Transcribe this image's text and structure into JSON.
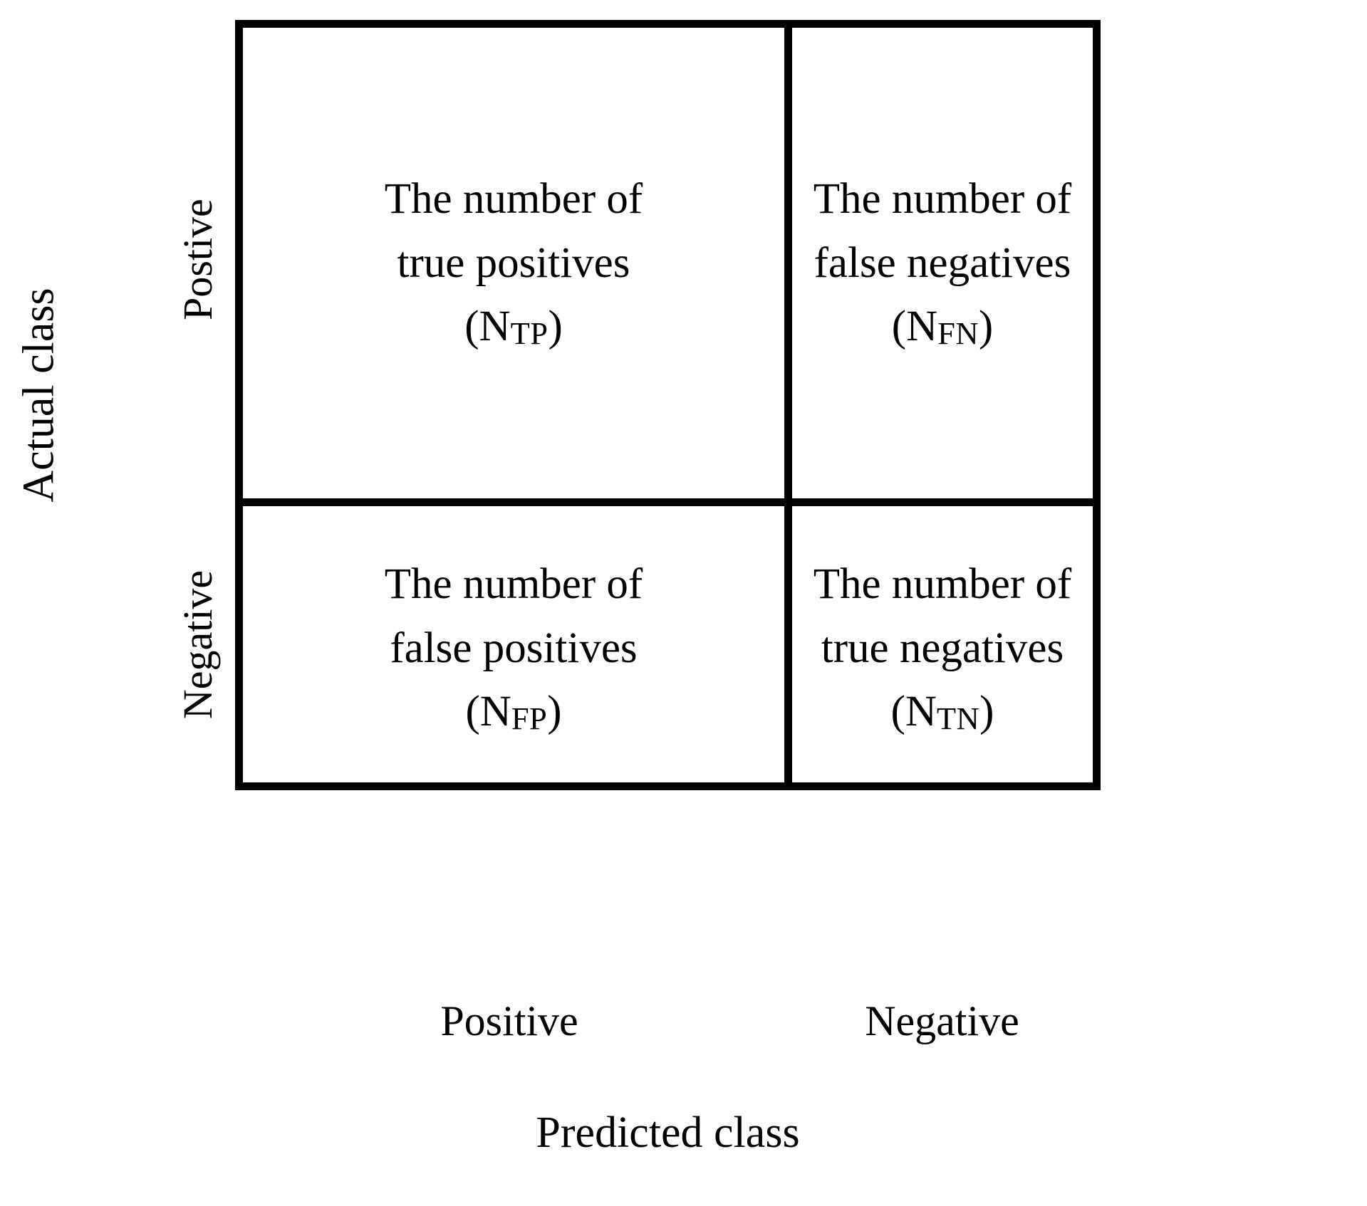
{
  "figure": {
    "type": "confusion-matrix",
    "axes": {
      "y_axis_title": "Actual class",
      "x_axis_title": "Predicted class",
      "y_tick_labels": [
        "Postive",
        "Negative"
      ],
      "x_tick_labels": [
        "Positive",
        "Negative"
      ]
    },
    "cells": {
      "true_positive": {
        "line1": "The number of",
        "line2": "true positives",
        "symbol_open": "(N",
        "symbol_sub": "TP",
        "symbol_close": ")"
      },
      "false_negative": {
        "line1": "The number of",
        "line2": "false negatives",
        "symbol_open": "(N",
        "symbol_sub": "FN",
        "symbol_close": ")"
      },
      "false_positive": {
        "line1": "The number of",
        "line2": "false positives",
        "symbol_open": "(N",
        "symbol_sub": "FP",
        "symbol_close": ")"
      },
      "true_negative": {
        "line1": "The number of",
        "line2": "true negatives",
        "symbol_open": "(N",
        "symbol_sub": "TN",
        "symbol_close": ")"
      }
    },
    "colors": {
      "background": "#ffffff",
      "ink": "#000000",
      "border": "#000000"
    }
  },
  "chart_data": {
    "type": "table",
    "title": "",
    "xlabel": "Predicted class",
    "ylabel": "Actual class",
    "row_categories": [
      "Postive",
      "Negative"
    ],
    "column_categories": [
      "Positive",
      "Negative"
    ],
    "grid": true,
    "legend": "none",
    "cells": [
      [
        {
          "row": "Postive",
          "column": "Positive",
          "text": "The number of true positives",
          "symbol": "(NTP)",
          "symbol_base": "N",
          "symbol_subscript": "TP"
        },
        {
          "row": "Postive",
          "column": "Negative",
          "text": "The number of false negatives",
          "symbol": "(NFN)",
          "symbol_base": "N",
          "symbol_subscript": "FN"
        }
      ],
      [
        {
          "row": "Negative",
          "column": "Positive",
          "text": "The number of false positives",
          "symbol": "(NFP)",
          "symbol_base": "N",
          "symbol_subscript": "FP"
        },
        {
          "row": "Negative",
          "column": "Negative",
          "text": "The number of true negatives",
          "symbol": "(NTN)",
          "symbol_base": "N",
          "symbol_subscript": "TN"
        }
      ]
    ]
  }
}
